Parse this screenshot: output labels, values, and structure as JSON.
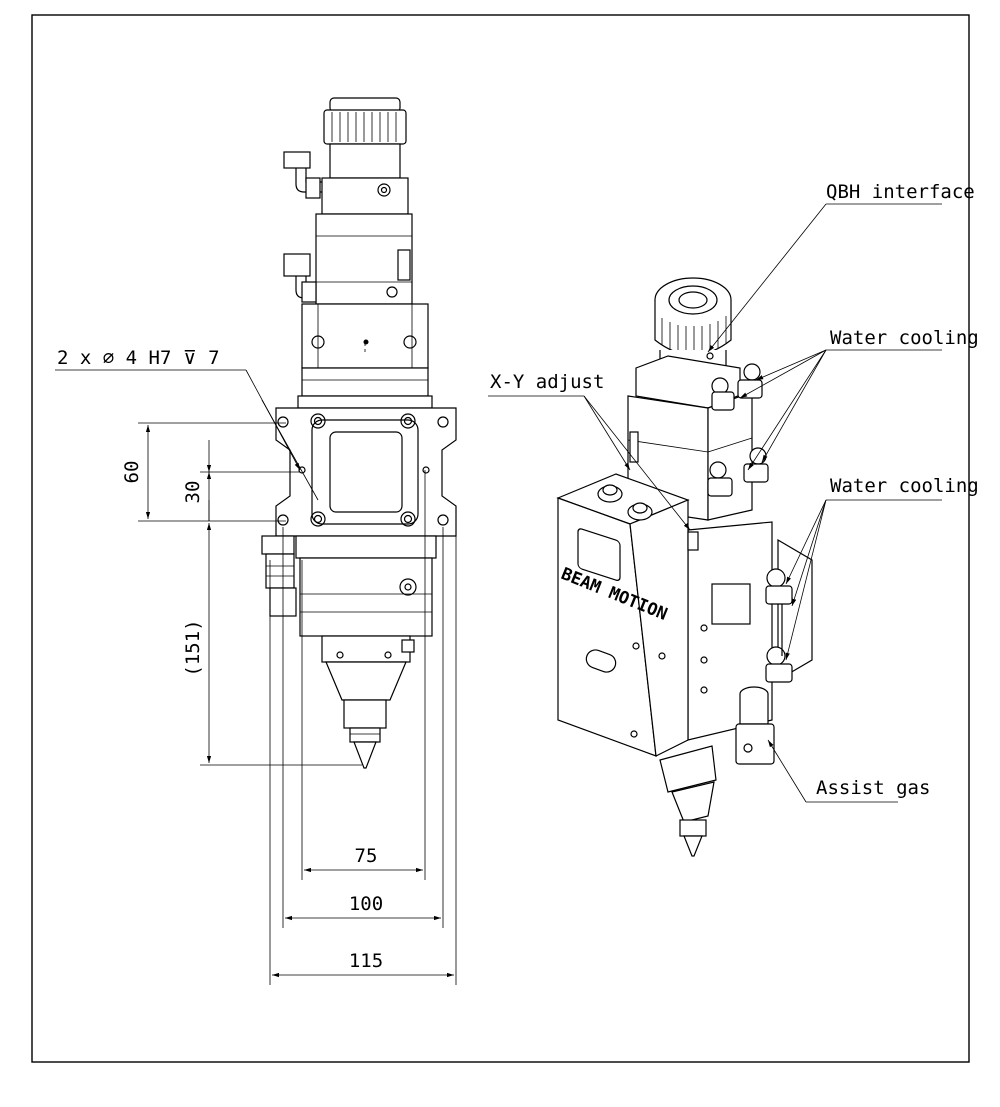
{
  "labels": {
    "hole_spec": "2 x ∅ 4 H7 ⊽ 7",
    "xy_adjust": "X-Y adjust",
    "qbh_interface": "QBH interface",
    "water_cooling_1": "Water cooling",
    "water_cooling_2": "Water cooling",
    "assist_gas": "Assist gas",
    "brand_text": "BEAM MOTION"
  },
  "dimensions": {
    "d60": "60",
    "d30": "30",
    "d151": "(151)",
    "d75": "75",
    "d100": "100",
    "d115": "115"
  }
}
